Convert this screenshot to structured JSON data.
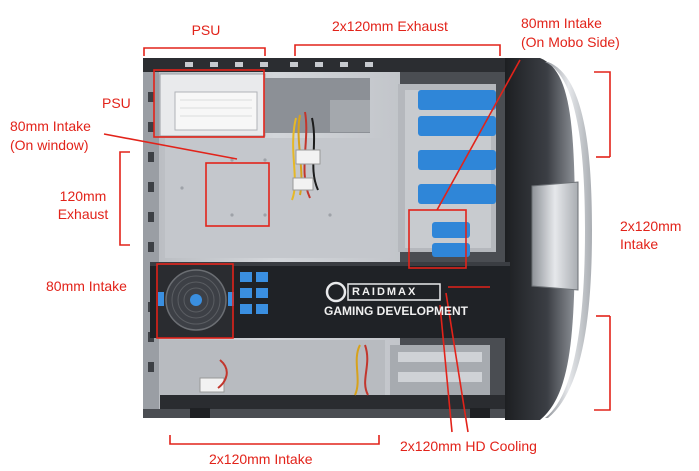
{
  "labels": {
    "psu_top": "PSU",
    "exhaust_top": "2x120mm Exhaust",
    "intake_mobo_line1": "80mm Intake",
    "intake_mobo_line2": "(On Mobo Side)",
    "psu_left": "PSU",
    "intake_window_line1": "80mm Intake",
    "intake_window_line2": "(On window)",
    "exhaust_left_line1": "120mm",
    "exhaust_left_line2": "Exhaust",
    "intake_front_line1": "2x120mm",
    "intake_front_line2": "Intake",
    "intake_80_left": "80mm Intake",
    "intake_bottom": "2x120mm Intake",
    "hd_cooling": "2x120mm HD Cooling"
  },
  "branding": {
    "logo": "RAIDMAX",
    "tagline": "GAMING DEVELOPMENT"
  },
  "colors": {
    "annotation": "#e2231a",
    "chassis_panel": "#c9ccd0",
    "chassis_dark": "#2a2c30",
    "drive_blue": "#2f86d8",
    "fan_blue": "#3a8fe0"
  }
}
